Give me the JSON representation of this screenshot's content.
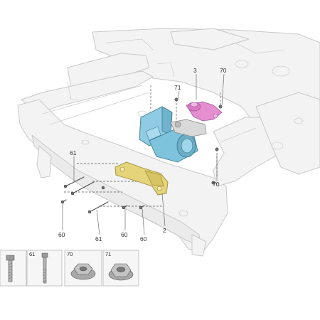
{
  "callouts": {
    "c3": "3",
    "c70_top": "70",
    "c71": "71",
    "c61_upper": "61",
    "c70_lower": "70",
    "c60_left": "60",
    "c61_lower": "61",
    "c60_mid": "60",
    "c60_right": "60",
    "c2": "2"
  },
  "legend": {
    "items": [
      {
        "label": ""
      },
      {
        "label": "61"
      },
      {
        "label": "70"
      },
      {
        "label": "71"
      }
    ]
  },
  "colors": {
    "frame_line": "#c9c9c9",
    "frame_fill": "#f3f3f3",
    "compressor": "#7ec3dc",
    "bracket_pink": "#e58fd0",
    "bracket_yellow": "#e5d47a",
    "legend_border": "#b8b8b8",
    "legend_fill": "#f6f6f6"
  }
}
